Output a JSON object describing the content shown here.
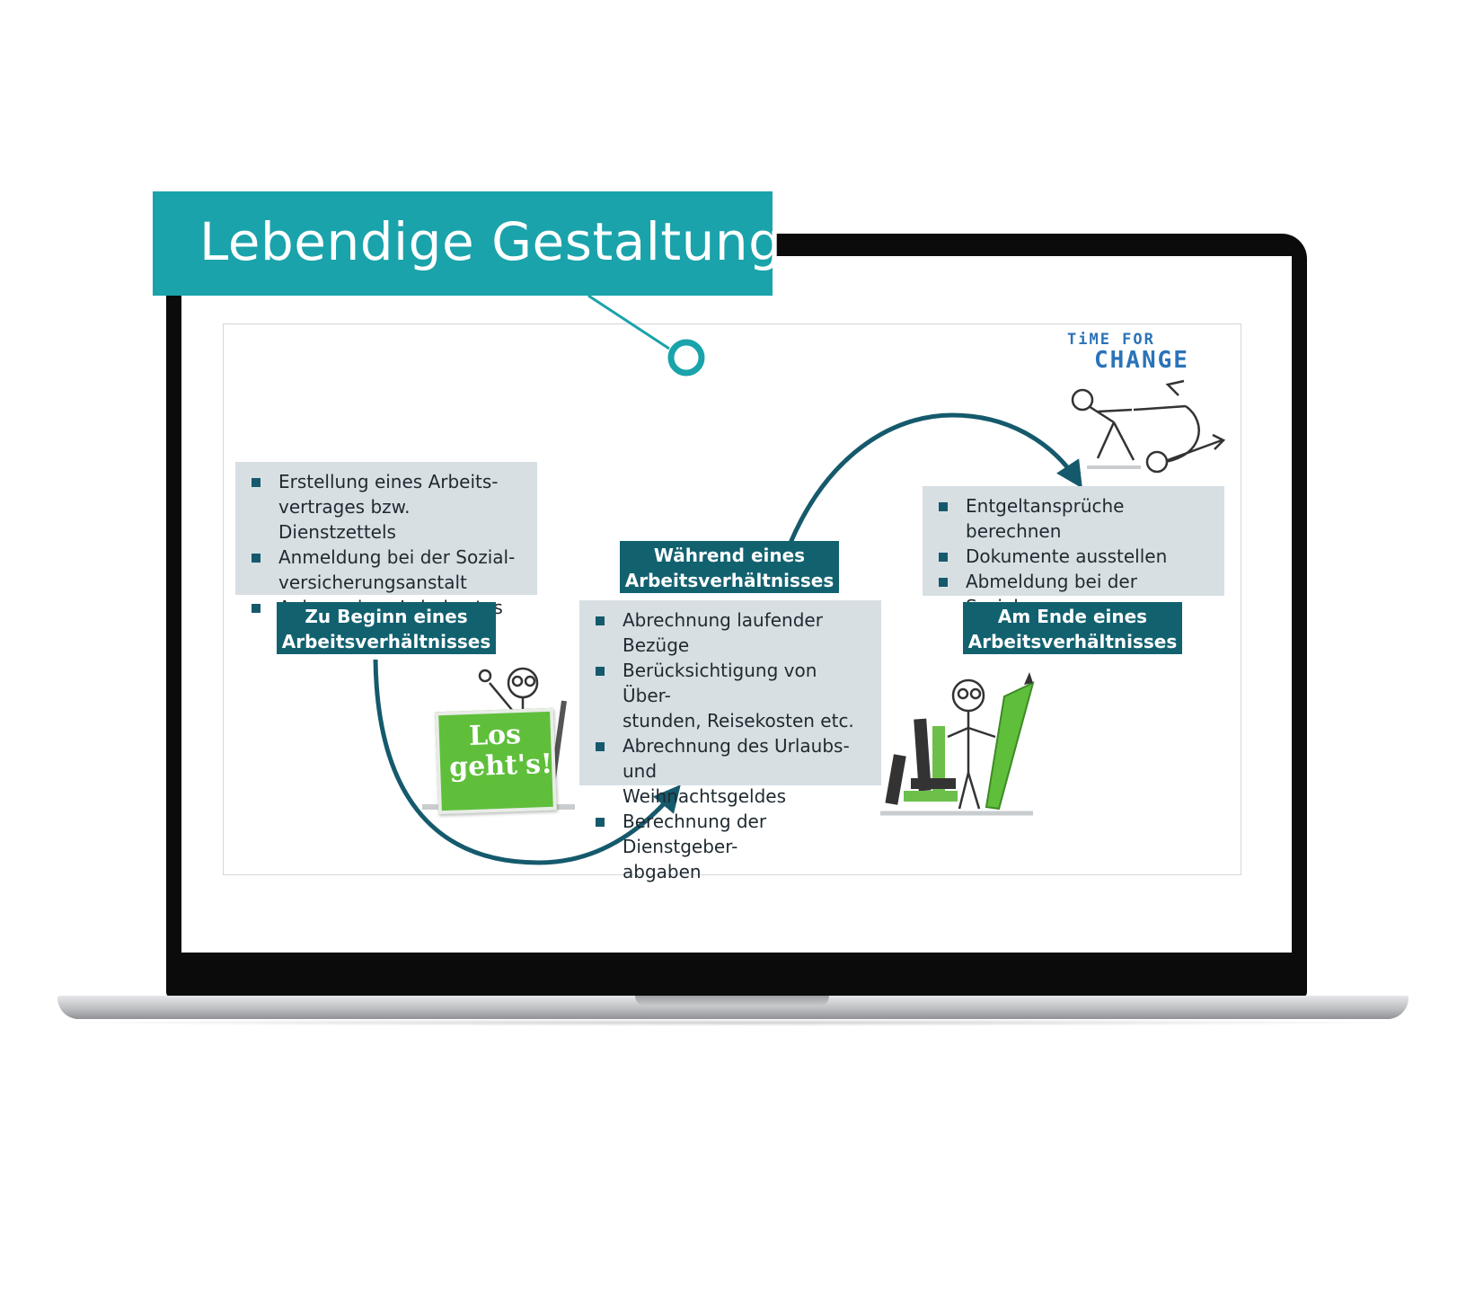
{
  "callout": {
    "title": "Lebendige Gestaltung"
  },
  "slide": {
    "phase_start": {
      "label_line1": "Zu Beginn eines",
      "label_line2": "Arbeitsverhältnisses",
      "bullets": [
        "Erstellung eines Arbeits-\nvertrages bzw. Dienstzettels",
        "Anmeldung bei der Sozial-\nversicherungsanstalt",
        "Anlage eines Lohnkontos"
      ]
    },
    "phase_during": {
      "label_line1": "Während eines",
      "label_line2": "Arbeitsverhältnisses",
      "bullets": [
        "Abrechnung laufender Bezüge",
        "Berücksichtigung von Über-\nstunden, Reisekosten etc.",
        "Abrechnung des Urlaubs- und\nWeihnachtsgeldes",
        "Berechnung der Dienstgeber-\nabgaben"
      ]
    },
    "phase_end": {
      "label_line1": "Am Ende eines",
      "label_line2": "Arbeitsverhältnisses",
      "bullets": [
        "Entgeltansprüche berechnen",
        "Dokumente ausstellen",
        "Abmeldung bei der Sozialver-\nsicherungsanstalt"
      ]
    },
    "sign_text": "Los\ngeht's!",
    "time_for_change": {
      "line1": "TiME FOR",
      "line2": "CHANGE"
    }
  },
  "colors": {
    "teal": "#1aa3ab",
    "dark_teal": "#12616f",
    "box_gray": "#d7dfe3",
    "green": "#5fbf3b",
    "blue_script": "#2b73b8"
  }
}
